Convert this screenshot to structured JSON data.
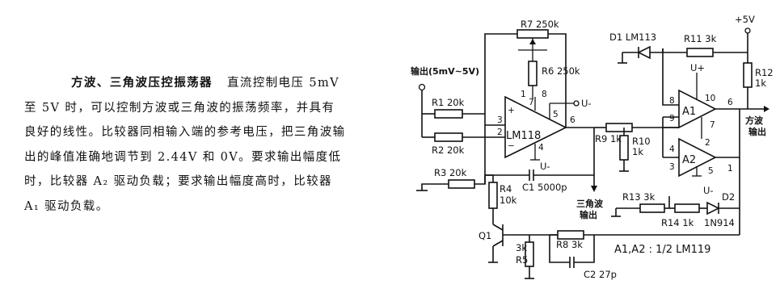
{
  "description": {
    "title": "方波、三角波压控振荡器",
    "body": "直流控制电压 5mV 至 5V 时，可以控制方波或三角波的振荡频率，并具有良好的线性。比较器同相输入端的参考电压，把三角波输出的峰值准确地调节到 2.44V 和 0V。要求输出幅度低时，比较器 A₂ 驱动负载；要求输出幅度高时，比较器 A₁ 驱动负载。"
  },
  "circuit": {
    "input_label": "输出(5mV~5V)",
    "opamp": "LM118",
    "opamp_pins": [
      "+",
      "−",
      "3",
      "2",
      "7",
      "5",
      "4",
      "6",
      "1",
      "8"
    ],
    "supply_u_minus": "U-",
    "r1": "R1  20k",
    "r2": "R2  20k",
    "r3": "R3  20k",
    "r4": "R4",
    "r4_value": "10k",
    "r5": "R5",
    "r5_value": "3k",
    "r6": "R6  250k",
    "r7": "R7  250k",
    "r8": "R8  3k",
    "r9": "R9  1k",
    "r10": "R10",
    "r10_value": "1k",
    "r11": "R11  3k",
    "r12": "R12",
    "r12_value": "1k",
    "r13": "R13  3k",
    "r14": "R14  1k",
    "c1": "C1  5000p",
    "c2": "C2  27p",
    "q1": "Q1",
    "d1": "D1  LM113",
    "d2": "D2",
    "d2_part": "1N914",
    "comparator_a1": "A1",
    "comparator_a2": "A2",
    "a1_pins": [
      "8",
      "9",
      "10",
      "6",
      "7"
    ],
    "a2_pins": [
      "4",
      "3",
      "2",
      "1",
      "5"
    ],
    "u_plus": "U+",
    "supply_plus5": "+5V",
    "tri_out_line1": "三角波",
    "tri_out_line2": "输出",
    "sq_out_line1": "方波",
    "sq_out_line2": "输出",
    "note": "A1,A2 : 1/2 LM119"
  }
}
